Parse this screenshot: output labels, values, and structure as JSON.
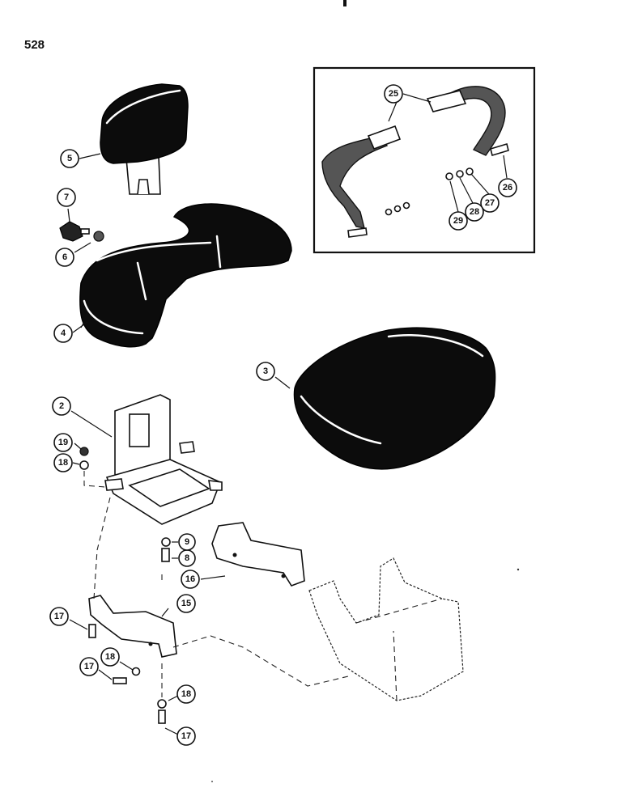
{
  "page_number": "528",
  "callouts": [
    {
      "id": "c2",
      "label": "2"
    },
    {
      "id": "c3",
      "label": "3"
    },
    {
      "id": "c4",
      "label": "4"
    },
    {
      "id": "c5",
      "label": "5"
    },
    {
      "id": "c6",
      "label": "6"
    },
    {
      "id": "c7",
      "label": "7"
    },
    {
      "id": "c8",
      "label": "8"
    },
    {
      "id": "c9",
      "label": "9"
    },
    {
      "id": "c15",
      "label": "15"
    },
    {
      "id": "c16",
      "label": "16"
    },
    {
      "id": "c17a",
      "label": "17"
    },
    {
      "id": "c17b",
      "label": "17"
    },
    {
      "id": "c17c",
      "label": "17"
    },
    {
      "id": "c18a",
      "label": "18"
    },
    {
      "id": "c18b",
      "label": "18"
    },
    {
      "id": "c18c",
      "label": "18"
    },
    {
      "id": "c19",
      "label": "19"
    },
    {
      "id": "c25",
      "label": "25"
    },
    {
      "id": "c26",
      "label": "26"
    },
    {
      "id": "c27",
      "label": "27"
    },
    {
      "id": "c28",
      "label": "28"
    },
    {
      "id": "c29",
      "label": "29"
    }
  ]
}
